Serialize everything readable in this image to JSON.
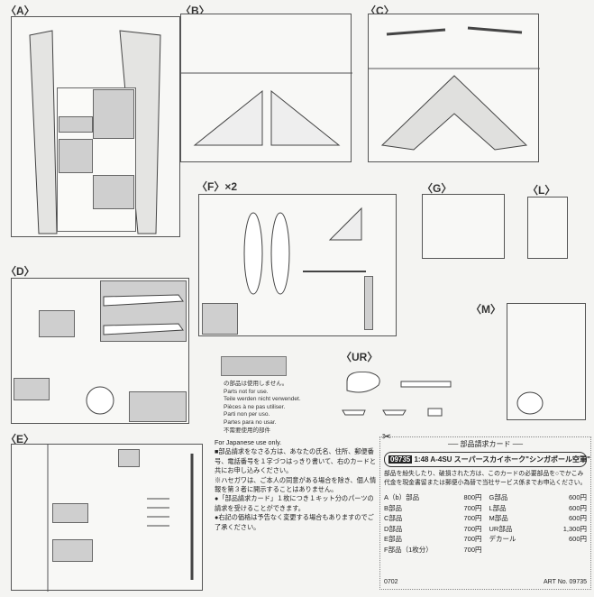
{
  "sections": {
    "A": "〈A〉",
    "B": "〈B〉",
    "C": "〈C〉",
    "F": "〈F〉×2",
    "G": "〈G〉",
    "L": "〈L〉",
    "D": "〈D〉",
    "M": "〈M〉",
    "UR": "〈UR〉",
    "E": "〈E〉"
  },
  "legend": {
    "lines": [
      "の部品は使用しません。",
      "Parts not for use.",
      "Teile werden nicht verwendet.",
      "Pièces à ne pas utiliser.",
      "Parti non per uso.",
      "Partes para no usar.",
      "不需要使用的部件"
    ]
  },
  "note": {
    "title": "For Japanese use only.",
    "lines": [
      "■部品請求をなさる方は、あなたの氏名、住所、郵便番号、電話番号を１字づつはっきり書いて、右のカードと共にお申し込みください。",
      "※ハセガワは、ご本人の同意がある場合を除き、個人情報を第３者に開示することはありません。",
      "●「部品請求カード」１枚につき１キット分のパーツの請求を受けることができます。",
      "●右記の価格は予告なく変更する場合もありますのでご了承ください。"
    ]
  },
  "card": {
    "title": "── 部品請求カード ──",
    "code": "09735",
    "kit": "1:48 A-4SU スーパースカイホーク\"シンガポール空軍\"",
    "desc": "部品を紛失したり、破損された方は、このカードの必要部品を○でかこみ代金を現金書留または郵便小為替で当社サービス係までお申込ください。",
    "prices": [
      [
        "A（b）部品",
        "800円"
      ],
      [
        "G部品",
        "600円"
      ],
      [
        "B部品",
        "700円"
      ],
      [
        "L部品",
        "600円"
      ],
      [
        "C部品",
        "700円"
      ],
      [
        "M部品",
        "600円"
      ],
      [
        "D部品",
        "700円"
      ],
      [
        "UR部品",
        "1,300円"
      ],
      [
        "E部品",
        "700円"
      ],
      [
        "デカール",
        "600円"
      ],
      [
        "F部品（1枚分）",
        "700円"
      ]
    ],
    "print_code": "0702",
    "art_no": "ART No. 09735"
  }
}
